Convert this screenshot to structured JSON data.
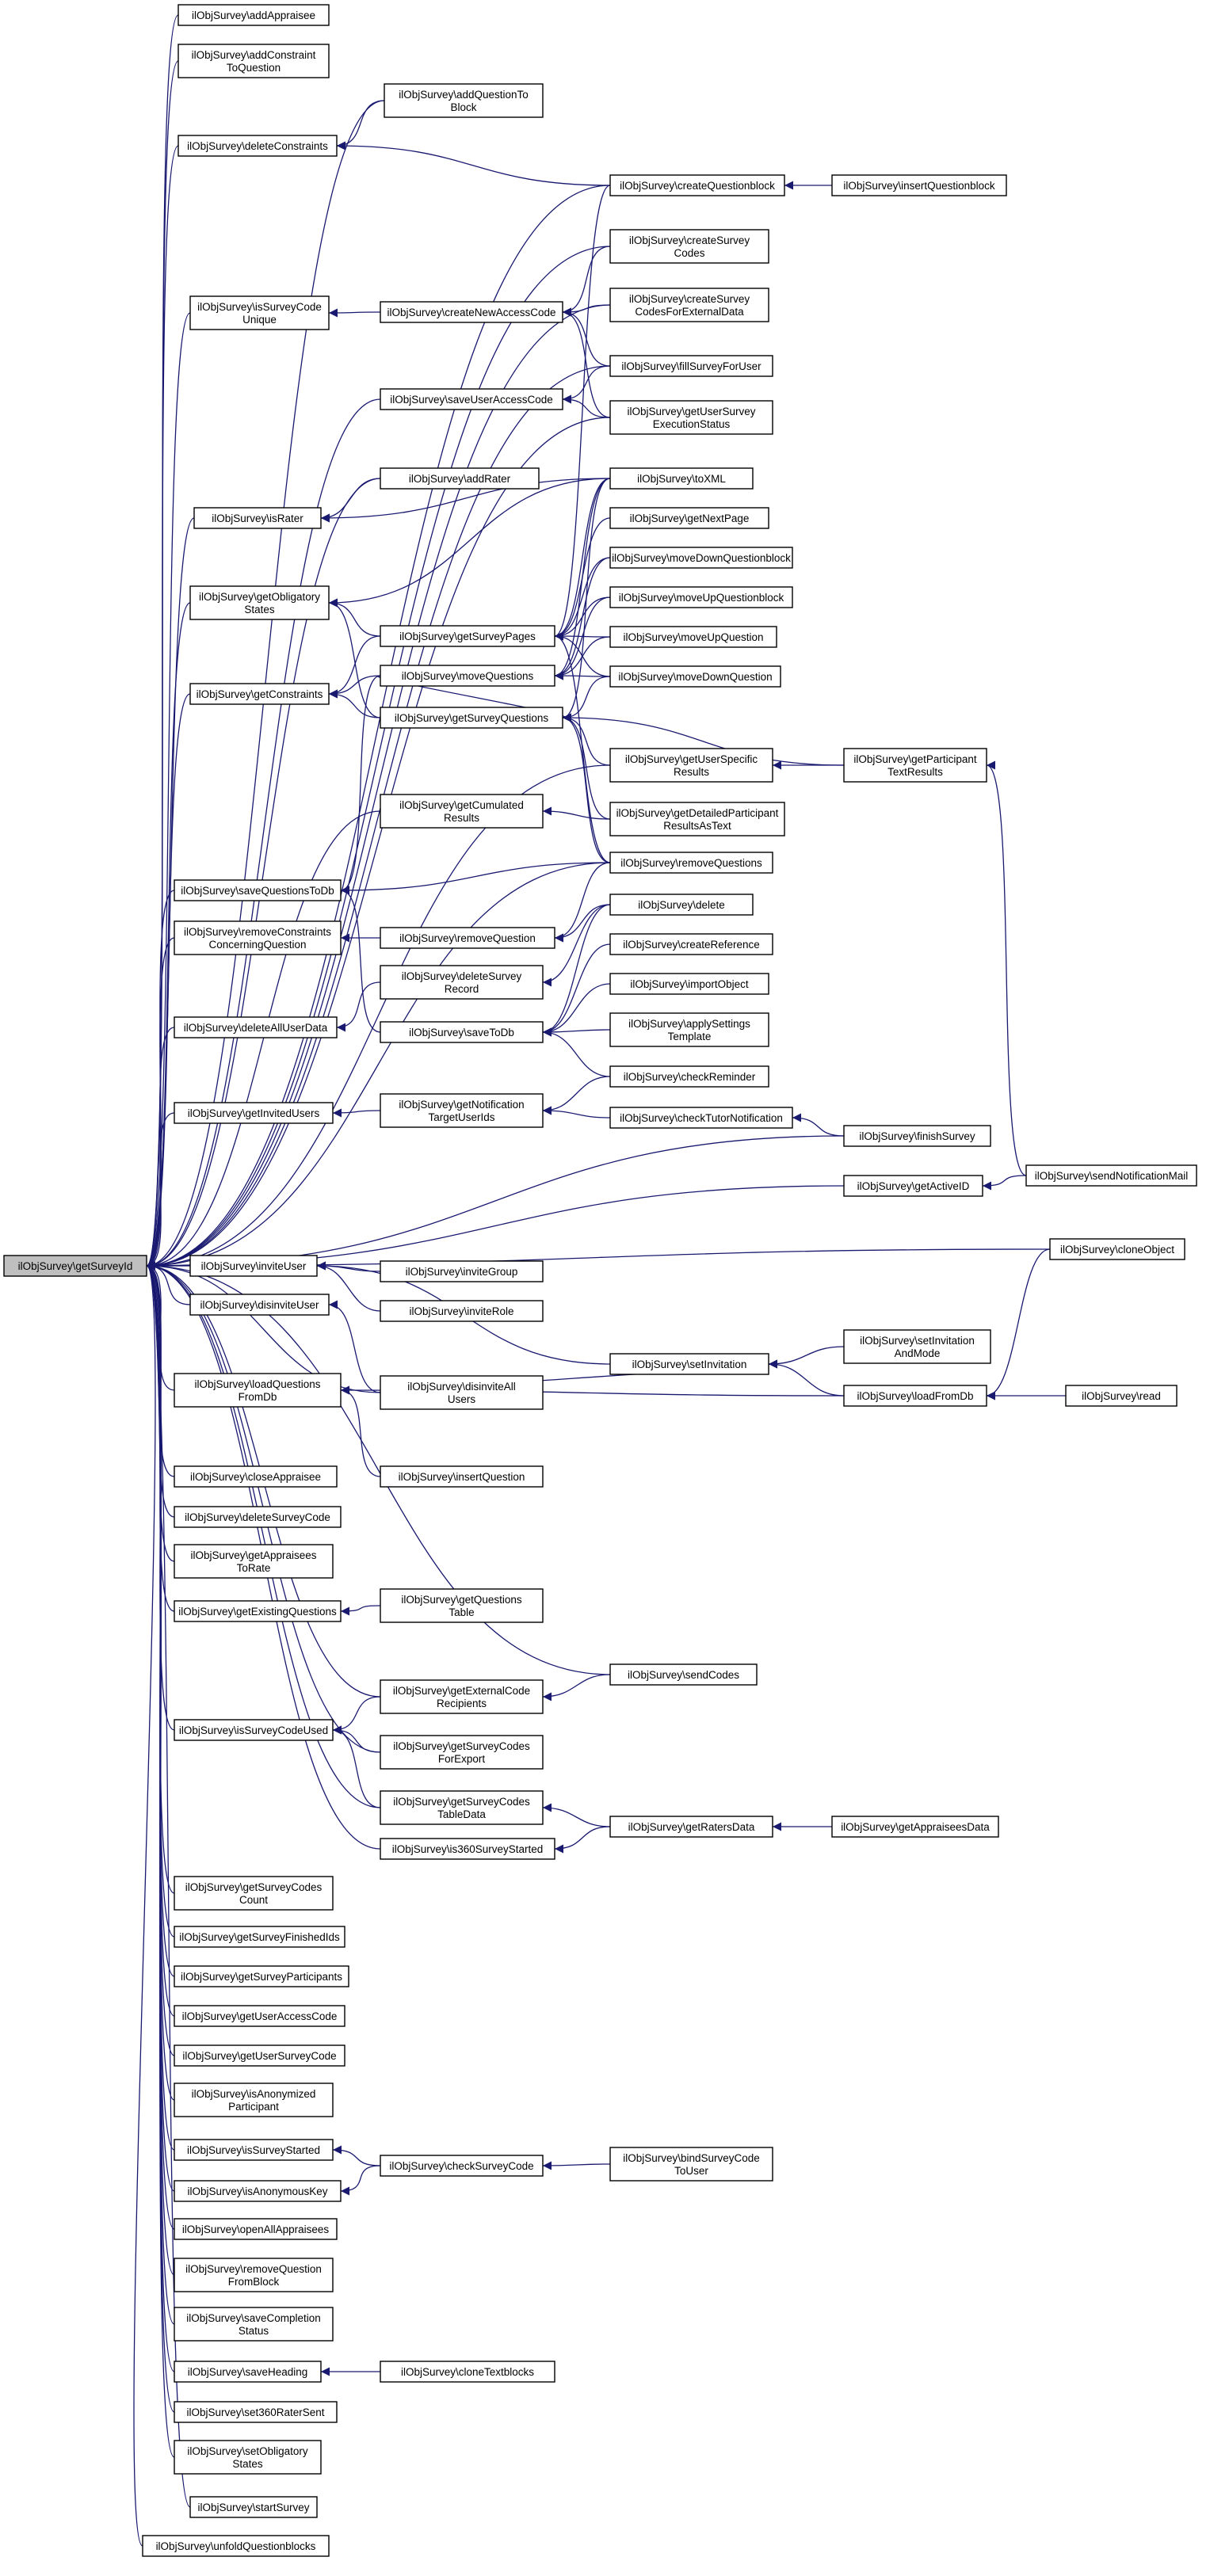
{
  "root": {
    "id": "n0",
    "lines": [
      "ilObjSurvey\\getSurveyId"
    ]
  },
  "nodes": [
    {
      "id": "n1",
      "lines": [
        "ilObjSurvey\\addAppraisee"
      ]
    },
    {
      "id": "n2",
      "lines": [
        "ilObjSurvey\\addConstraint",
        "ToQuestion"
      ]
    },
    {
      "id": "n3",
      "lines": [
        "ilObjSurvey\\deleteConstraints"
      ]
    },
    {
      "id": "n4",
      "lines": [
        "ilObjSurvey\\addQuestionTo",
        "Block"
      ]
    },
    {
      "id": "n5",
      "lines": [
        "ilObjSurvey\\createQuestionblock"
      ]
    },
    {
      "id": "n6",
      "lines": [
        "ilObjSurvey\\insertQuestionblock"
      ]
    },
    {
      "id": "n7",
      "lines": [
        "ilObjSurvey\\createSurvey",
        "Codes"
      ]
    },
    {
      "id": "n8",
      "lines": [
        "ilObjSurvey\\isSurveyCode",
        "Unique"
      ]
    },
    {
      "id": "n9",
      "lines": [
        "ilObjSurvey\\createNewAccessCode"
      ]
    },
    {
      "id": "n10",
      "lines": [
        "ilObjSurvey\\createSurvey",
        "CodesForExternalData"
      ]
    },
    {
      "id": "n11",
      "lines": [
        "ilObjSurvey\\fillSurveyForUser"
      ]
    },
    {
      "id": "n12",
      "lines": [
        "ilObjSurvey\\saveUserAccessCode"
      ]
    },
    {
      "id": "n13",
      "lines": [
        "ilObjSurvey\\getUserSurvey",
        "ExecutionStatus"
      ]
    },
    {
      "id": "n14",
      "lines": [
        "ilObjSurvey\\addRater"
      ]
    },
    {
      "id": "n15",
      "lines": [
        "ilObjSurvey\\toXML"
      ]
    },
    {
      "id": "n16",
      "lines": [
        "ilObjSurvey\\isRater"
      ]
    },
    {
      "id": "n17",
      "lines": [
        "ilObjSurvey\\getNextPage"
      ]
    },
    {
      "id": "n18",
      "lines": [
        "ilObjSurvey\\moveDownQuestionblock"
      ]
    },
    {
      "id": "n19",
      "lines": [
        "ilObjSurvey\\getObligatory",
        "States"
      ]
    },
    {
      "id": "n20",
      "lines": [
        "ilObjSurvey\\moveUpQuestionblock"
      ]
    },
    {
      "id": "n21",
      "lines": [
        "ilObjSurvey\\getSurveyPages"
      ]
    },
    {
      "id": "n22",
      "lines": [
        "ilObjSurvey\\moveUpQuestion"
      ]
    },
    {
      "id": "n23",
      "lines": [
        "ilObjSurvey\\getConstraints"
      ]
    },
    {
      "id": "n24",
      "lines": [
        "ilObjSurvey\\moveQuestions"
      ]
    },
    {
      "id": "n25",
      "lines": [
        "ilObjSurvey\\moveDownQuestion"
      ]
    },
    {
      "id": "n26",
      "lines": [
        "ilObjSurvey\\getSurveyQuestions"
      ]
    },
    {
      "id": "n27",
      "lines": [
        "ilObjSurvey\\getUserSpecific",
        "Results"
      ]
    },
    {
      "id": "n28",
      "lines": [
        "ilObjSurvey\\getParticipant",
        "TextResults"
      ]
    },
    {
      "id": "n29",
      "lines": [
        "ilObjSurvey\\getCumulated",
        "Results"
      ]
    },
    {
      "id": "n30",
      "lines": [
        "ilObjSurvey\\getDetailedParticipant",
        "ResultsAsText"
      ]
    },
    {
      "id": "n31",
      "lines": [
        "ilObjSurvey\\saveQuestionsToDb"
      ]
    },
    {
      "id": "n32",
      "lines": [
        "ilObjSurvey\\removeQuestions"
      ]
    },
    {
      "id": "n33",
      "lines": [
        "ilObjSurvey\\delete"
      ]
    },
    {
      "id": "n34",
      "lines": [
        "ilObjSurvey\\removeConstraints",
        "ConcerningQuestion"
      ]
    },
    {
      "id": "n35",
      "lines": [
        "ilObjSurvey\\removeQuestion"
      ]
    },
    {
      "id": "n36",
      "lines": [
        "ilObjSurvey\\createReference"
      ]
    },
    {
      "id": "n37",
      "lines": [
        "ilObjSurvey\\deleteSurvey",
        "Record"
      ]
    },
    {
      "id": "n38",
      "lines": [
        "ilObjSurvey\\importObject"
      ]
    },
    {
      "id": "n39",
      "lines": [
        "ilObjSurvey\\deleteAllUserData"
      ]
    },
    {
      "id": "n40",
      "lines": [
        "ilObjSurvey\\saveToDb"
      ]
    },
    {
      "id": "n41",
      "lines": [
        "ilObjSurvey\\applySettings",
        "Template"
      ]
    },
    {
      "id": "n42",
      "lines": [
        "ilObjSurvey\\checkReminder"
      ]
    },
    {
      "id": "n43",
      "lines": [
        "ilObjSurvey\\getInvitedUsers"
      ]
    },
    {
      "id": "n44",
      "lines": [
        "ilObjSurvey\\getNotification",
        "TargetUserIds"
      ]
    },
    {
      "id": "n45",
      "lines": [
        "ilObjSurvey\\checkTutorNotification"
      ]
    },
    {
      "id": "n46",
      "lines": [
        "ilObjSurvey\\finishSurvey"
      ]
    },
    {
      "id": "n47",
      "lines": [
        "ilObjSurvey\\getActiveID"
      ]
    },
    {
      "id": "n48",
      "lines": [
        "ilObjSurvey\\sendNotificationMail"
      ]
    },
    {
      "id": "n49",
      "lines": [
        "ilObjSurvey\\cloneObject"
      ]
    },
    {
      "id": "n50",
      "lines": [
        "ilObjSurvey\\inviteUser"
      ]
    },
    {
      "id": "n51",
      "lines": [
        "ilObjSurvey\\inviteGroup"
      ]
    },
    {
      "id": "n52",
      "lines": [
        "ilObjSurvey\\disinviteUser"
      ]
    },
    {
      "id": "n53",
      "lines": [
        "ilObjSurvey\\inviteRole"
      ]
    },
    {
      "id": "n54",
      "lines": [
        "ilObjSurvey\\setInvitation",
        "AndMode"
      ]
    },
    {
      "id": "n55",
      "lines": [
        "ilObjSurvey\\setInvitation"
      ]
    },
    {
      "id": "n56",
      "lines": [
        "ilObjSurvey\\loadQuestions",
        "FromDb"
      ]
    },
    {
      "id": "n57",
      "lines": [
        "ilObjSurvey\\disinviteAll",
        "Users"
      ]
    },
    {
      "id": "n58",
      "lines": [
        "ilObjSurvey\\loadFromDb"
      ]
    },
    {
      "id": "n59",
      "lines": [
        "ilObjSurvey\\read"
      ]
    },
    {
      "id": "n60",
      "lines": [
        "ilObjSurvey\\closeAppraisee"
      ]
    },
    {
      "id": "n61",
      "lines": [
        "ilObjSurvey\\insertQuestion"
      ]
    },
    {
      "id": "n62",
      "lines": [
        "ilObjSurvey\\deleteSurveyCode"
      ]
    },
    {
      "id": "n63",
      "lines": [
        "ilObjSurvey\\getAppraisees",
        "ToRate"
      ]
    },
    {
      "id": "n64",
      "lines": [
        "ilObjSurvey\\getExistingQuestions"
      ]
    },
    {
      "id": "n65",
      "lines": [
        "ilObjSurvey\\getQuestions",
        "Table"
      ]
    },
    {
      "id": "n66",
      "lines": [
        "ilObjSurvey\\sendCodes"
      ]
    },
    {
      "id": "n67",
      "lines": [
        "ilObjSurvey\\getExternalCode",
        "Recipients"
      ]
    },
    {
      "id": "n68",
      "lines": [
        "ilObjSurvey\\isSurveyCodeUsed"
      ]
    },
    {
      "id": "n69",
      "lines": [
        "ilObjSurvey\\getSurveyCodes",
        "ForExport"
      ]
    },
    {
      "id": "n70",
      "lines": [
        "ilObjSurvey\\getSurveyCodes",
        "TableData"
      ]
    },
    {
      "id": "n71",
      "lines": [
        "ilObjSurvey\\getRatersData"
      ]
    },
    {
      "id": "n72",
      "lines": [
        "ilObjSurvey\\getAppraiseesData"
      ]
    },
    {
      "id": "n73",
      "lines": [
        "ilObjSurvey\\is360SurveyStarted"
      ]
    },
    {
      "id": "n74",
      "lines": [
        "ilObjSurvey\\getSurveyCodes",
        "Count"
      ]
    },
    {
      "id": "n75",
      "lines": [
        "ilObjSurvey\\getSurveyFinishedIds"
      ]
    },
    {
      "id": "n76",
      "lines": [
        "ilObjSurvey\\getSurveyParticipants"
      ]
    },
    {
      "id": "n77",
      "lines": [
        "ilObjSurvey\\getUserAccessCode"
      ]
    },
    {
      "id": "n78",
      "lines": [
        "ilObjSurvey\\getUserSurveyCode"
      ]
    },
    {
      "id": "n79",
      "lines": [
        "ilObjSurvey\\isAnonymized",
        "Participant"
      ]
    },
    {
      "id": "n80",
      "lines": [
        "ilObjSurvey\\isSurveyStarted"
      ]
    },
    {
      "id": "n81",
      "lines": [
        "ilObjSurvey\\checkSurveyCode"
      ]
    },
    {
      "id": "n82",
      "lines": [
        "ilObjSurvey\\bindSurveyCode",
        "ToUser"
      ]
    },
    {
      "id": "n83",
      "lines": [
        "ilObjSurvey\\isAnonymousKey"
      ]
    },
    {
      "id": "n84",
      "lines": [
        "ilObjSurvey\\openAllAppraisees"
      ]
    },
    {
      "id": "n85",
      "lines": [
        "ilObjSurvey\\removeQuestion",
        "FromBlock"
      ]
    },
    {
      "id": "n86",
      "lines": [
        "ilObjSurvey\\saveCompletion",
        "Status"
      ]
    },
    {
      "id": "n87",
      "lines": [
        "ilObjSurvey\\saveHeading"
      ]
    },
    {
      "id": "n88",
      "lines": [
        "ilObjSurvey\\cloneTextblocks"
      ]
    },
    {
      "id": "n89",
      "lines": [
        "ilObjSurvey\\set360RaterSent"
      ]
    },
    {
      "id": "n90",
      "lines": [
        "ilObjSurvey\\setObligatory",
        "States"
      ]
    },
    {
      "id": "n91",
      "lines": [
        "ilObjSurvey\\startSurvey"
      ]
    },
    {
      "id": "n92",
      "lines": [
        "ilObjSurvey\\unfoldQuestionblocks"
      ]
    }
  ],
  "edges": [
    [
      "n1",
      "n0"
    ],
    [
      "n2",
      "n0"
    ],
    [
      "n3",
      "n0"
    ],
    [
      "n4",
      "n0"
    ],
    [
      "n5",
      "n0"
    ],
    [
      "n7",
      "n0"
    ],
    [
      "n8",
      "n0"
    ],
    [
      "n10",
      "n0"
    ],
    [
      "n11",
      "n0"
    ],
    [
      "n12",
      "n0"
    ],
    [
      "n13",
      "n0"
    ],
    [
      "n14",
      "n0"
    ],
    [
      "n16",
      "n0"
    ],
    [
      "n19",
      "n0"
    ],
    [
      "n23",
      "n0"
    ],
    [
      "n27",
      "n0"
    ],
    [
      "n29",
      "n0"
    ],
    [
      "n31",
      "n0"
    ],
    [
      "n32",
      "n0"
    ],
    [
      "n34",
      "n0"
    ],
    [
      "n39",
      "n0"
    ],
    [
      "n43",
      "n0"
    ],
    [
      "n46",
      "n0"
    ],
    [
      "n47",
      "n0"
    ],
    [
      "n49",
      "n0"
    ],
    [
      "n50",
      "n0"
    ],
    [
      "n52",
      "n0"
    ],
    [
      "n56",
      "n0"
    ],
    [
      "n57",
      "n0"
    ],
    [
      "n60",
      "n0"
    ],
    [
      "n62",
      "n0"
    ],
    [
      "n63",
      "n0"
    ],
    [
      "n64",
      "n0"
    ],
    [
      "n66",
      "n0"
    ],
    [
      "n67",
      "n0"
    ],
    [
      "n68",
      "n0"
    ],
    [
      "n69",
      "n0"
    ],
    [
      "n70",
      "n0"
    ],
    [
      "n73",
      "n0"
    ],
    [
      "n74",
      "n0"
    ],
    [
      "n75",
      "n0"
    ],
    [
      "n76",
      "n0"
    ],
    [
      "n77",
      "n0"
    ],
    [
      "n78",
      "n0"
    ],
    [
      "n79",
      "n0"
    ],
    [
      "n80",
      "n0"
    ],
    [
      "n83",
      "n0"
    ],
    [
      "n84",
      "n0"
    ],
    [
      "n85",
      "n0"
    ],
    [
      "n86",
      "n0"
    ],
    [
      "n87",
      "n0"
    ],
    [
      "n89",
      "n0"
    ],
    [
      "n90",
      "n0"
    ],
    [
      "n91",
      "n0"
    ],
    [
      "n92",
      "n0"
    ],
    [
      "n4",
      "n3"
    ],
    [
      "n5",
      "n3"
    ],
    [
      "n6",
      "n5"
    ],
    [
      "n9",
      "n8"
    ],
    [
      "n7",
      "n9"
    ],
    [
      "n10",
      "n9"
    ],
    [
      "n11",
      "n9"
    ],
    [
      "n13",
      "n9"
    ],
    [
      "n11",
      "n12"
    ],
    [
      "n13",
      "n12"
    ],
    [
      "n14",
      "n16"
    ],
    [
      "n15",
      "n16"
    ],
    [
      "n21",
      "n19"
    ],
    [
      "n26",
      "n19"
    ],
    [
      "n15",
      "n19"
    ],
    [
      "n21",
      "n23"
    ],
    [
      "n24",
      "n23"
    ],
    [
      "n26",
      "n23"
    ],
    [
      "n5",
      "n21"
    ],
    [
      "n15",
      "n21"
    ],
    [
      "n17",
      "n21"
    ],
    [
      "n18",
      "n21"
    ],
    [
      "n20",
      "n21"
    ],
    [
      "n22",
      "n21"
    ],
    [
      "n25",
      "n21"
    ],
    [
      "n32",
      "n21"
    ],
    [
      "n15",
      "n24"
    ],
    [
      "n18",
      "n24"
    ],
    [
      "n20",
      "n24"
    ],
    [
      "n22",
      "n24"
    ],
    [
      "n25",
      "n24"
    ],
    [
      "n15",
      "n26"
    ],
    [
      "n24",
      "n26"
    ],
    [
      "n25",
      "n26"
    ],
    [
      "n27",
      "n26"
    ],
    [
      "n28",
      "n26"
    ],
    [
      "n30",
      "n26"
    ],
    [
      "n32",
      "n26"
    ],
    [
      "n28",
      "n27"
    ],
    [
      "n48",
      "n28"
    ],
    [
      "n30",
      "n29"
    ],
    [
      "n32",
      "n31"
    ],
    [
      "n24",
      "n31"
    ],
    [
      "n40",
      "n31"
    ],
    [
      "n35",
      "n34"
    ],
    [
      "n32",
      "n35"
    ],
    [
      "n33",
      "n35"
    ],
    [
      "n33",
      "n37"
    ],
    [
      "n37",
      "n39"
    ],
    [
      "n36",
      "n40"
    ],
    [
      "n38",
      "n40"
    ],
    [
      "n41",
      "n40"
    ],
    [
      "n42",
      "n40"
    ],
    [
      "n33",
      "n40"
    ],
    [
      "n44",
      "n43"
    ],
    [
      "n42",
      "n44"
    ],
    [
      "n45",
      "n44"
    ],
    [
      "n46",
      "n45"
    ],
    [
      "n48",
      "n47"
    ],
    [
      "n51",
      "n50"
    ],
    [
      "n53",
      "n50"
    ],
    [
      "n55",
      "n50"
    ],
    [
      "n57",
      "n52"
    ],
    [
      "n54",
      "n55"
    ],
    [
      "n58",
      "n55"
    ],
    [
      "n57",
      "n55"
    ],
    [
      "n58",
      "n56"
    ],
    [
      "n61",
      "n56"
    ],
    [
      "n59",
      "n58"
    ],
    [
      "n49",
      "n58"
    ],
    [
      "n65",
      "n64"
    ],
    [
      "n67",
      "n68"
    ],
    [
      "n69",
      "n68"
    ],
    [
      "n70",
      "n68"
    ],
    [
      "n66",
      "n67"
    ],
    [
      "n71",
      "n70"
    ],
    [
      "n71",
      "n73"
    ],
    [
      "n72",
      "n71"
    ],
    [
      "n81",
      "n80"
    ],
    [
      "n81",
      "n83"
    ],
    [
      "n82",
      "n81"
    ],
    [
      "n88",
      "n87"
    ]
  ]
}
